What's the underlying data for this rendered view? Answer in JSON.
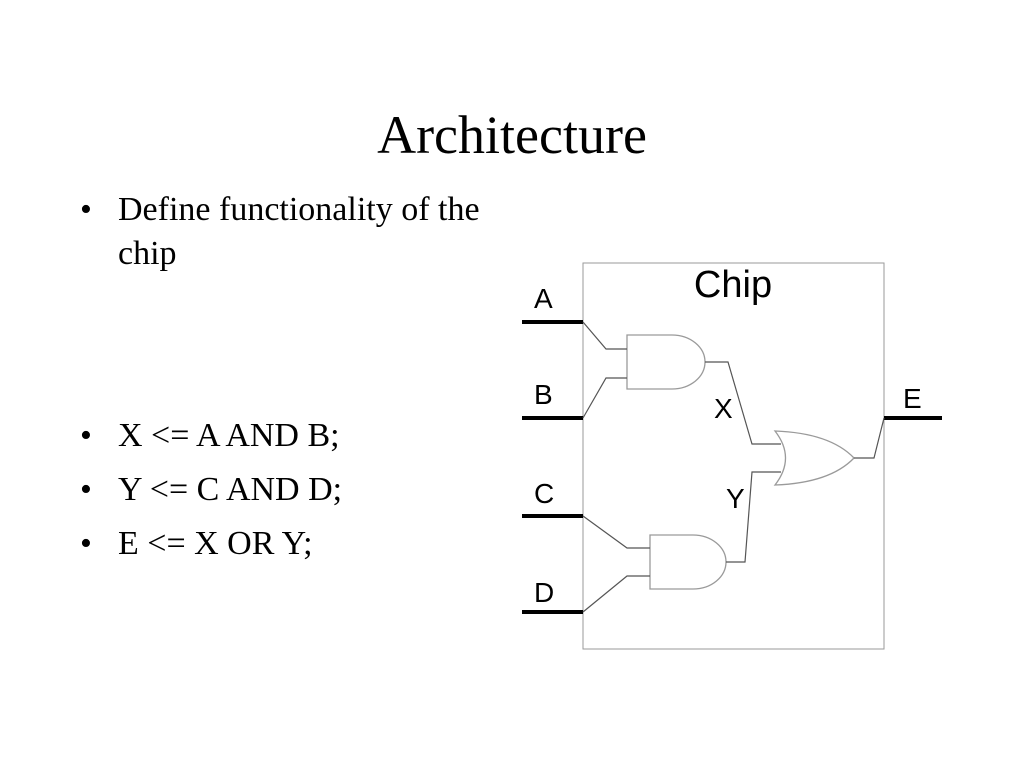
{
  "slide": {
    "title": "Architecture",
    "bullets": [
      {
        "marker": "•",
        "text": "Define functionality of the chip"
      },
      {
        "marker": "•",
        "text": "X <= A AND B;"
      },
      {
        "marker": "•",
        "text": "Y <= C AND D;"
      },
      {
        "marker": "•",
        "text": "E <=  X OR Y;"
      }
    ]
  },
  "diagram": {
    "chip_label": "Chip",
    "inputs": [
      "A",
      "B",
      "C",
      "D"
    ],
    "output": "E",
    "signals": [
      "X",
      "Y"
    ],
    "gates": [
      "AND",
      "AND",
      "OR"
    ]
  }
}
